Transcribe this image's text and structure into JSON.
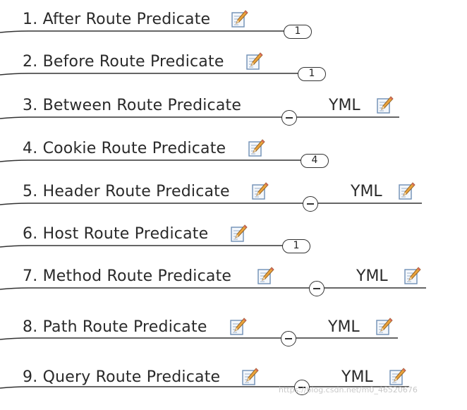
{
  "items": [
    {
      "label": "1. After Route Predicate",
      "badge": "1",
      "yml": ""
    },
    {
      "label": "2. Before Route Predicate",
      "badge": "1",
      "yml": ""
    },
    {
      "label": "3. Between Route Predicate",
      "badge": "",
      "yml": "YML"
    },
    {
      "label": "4. Cookie Route Predicate",
      "badge": "4",
      "yml": ""
    },
    {
      "label": "5. Header Route Predicate",
      "badge": "",
      "yml": "YML"
    },
    {
      "label": "6. Host Route Predicate",
      "badge": "1",
      "yml": ""
    },
    {
      "label": "7. Method Route Predicate",
      "badge": "",
      "yml": "YML"
    },
    {
      "label": "8. Path Route Predicate",
      "badge": "",
      "yml": "YML"
    },
    {
      "label": "9. Query Route Predicate",
      "badge": "",
      "yml": "YML"
    }
  ],
  "watermark": "https://blog.csdn.net/m0_46520676",
  "colors": {
    "line": "#333333",
    "text": "#2a2a2a",
    "note_icon": "#6f8fb5"
  }
}
